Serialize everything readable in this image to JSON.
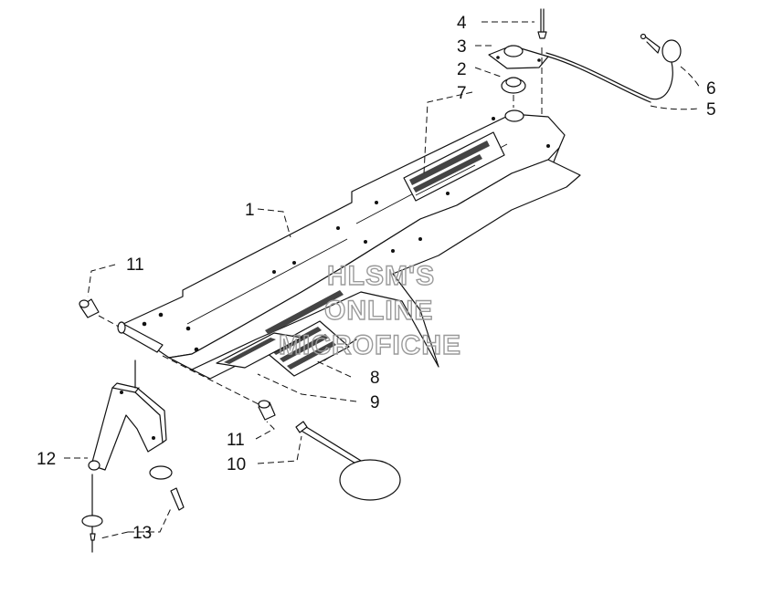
{
  "watermark": [
    "HLSM'S",
    "ONLINE",
    "MICROFICHE"
  ],
  "callouts": [
    {
      "id": "c1",
      "text": "1"
    },
    {
      "id": "c2",
      "text": "2"
    },
    {
      "id": "c3",
      "text": "3"
    },
    {
      "id": "c4",
      "text": "4"
    },
    {
      "id": "c5",
      "text": "5"
    },
    {
      "id": "c6",
      "text": "6"
    },
    {
      "id": "c7",
      "text": "7"
    },
    {
      "id": "c8",
      "text": "8"
    },
    {
      "id": "c9",
      "text": "9"
    },
    {
      "id": "c10",
      "text": "10"
    },
    {
      "id": "c11a",
      "text": "11"
    },
    {
      "id": "c11b",
      "text": "11"
    },
    {
      "id": "c12",
      "text": "12"
    },
    {
      "id": "c13",
      "text": "13"
    }
  ]
}
